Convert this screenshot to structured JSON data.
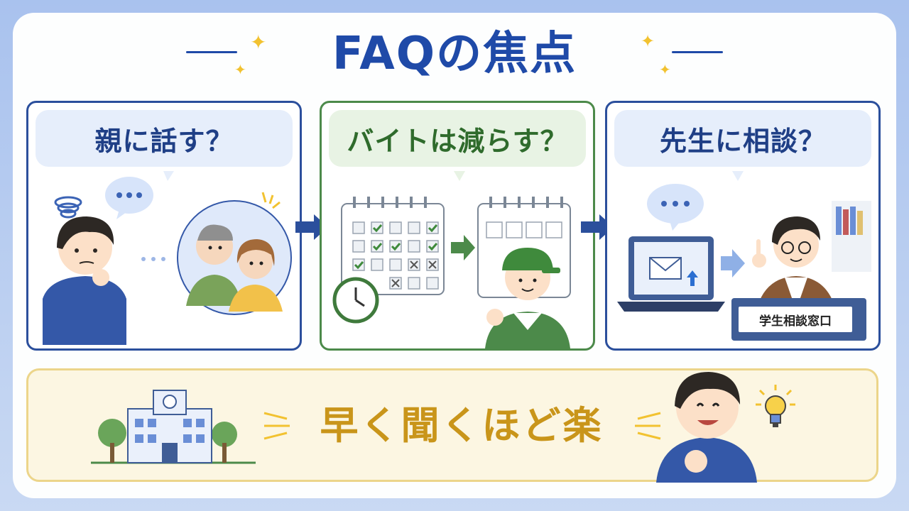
{
  "title": "FAQの焦点",
  "panels": [
    {
      "question": "親に話す？"
    },
    {
      "question": "バイトは減らす？"
    },
    {
      "question": "先生に相談？"
    }
  ],
  "office_sign": "学生相談窓口",
  "slogan": "早く聞くほど楽",
  "colors": {
    "title": "#1f4aa8",
    "panel_blue": "#2b4f9c",
    "panel_green": "#4c8a4a",
    "slogan": "#c9951a",
    "bottom_bg": "#fcf6e2"
  },
  "icons": [
    "sparkle-icon",
    "thinking-student",
    "parents-icon",
    "calendar-icon",
    "clock-icon",
    "part-timer-icon",
    "laptop-mail-icon",
    "teacher-icon",
    "school-building-icon",
    "lightbulb-icon",
    "happy-student"
  ]
}
